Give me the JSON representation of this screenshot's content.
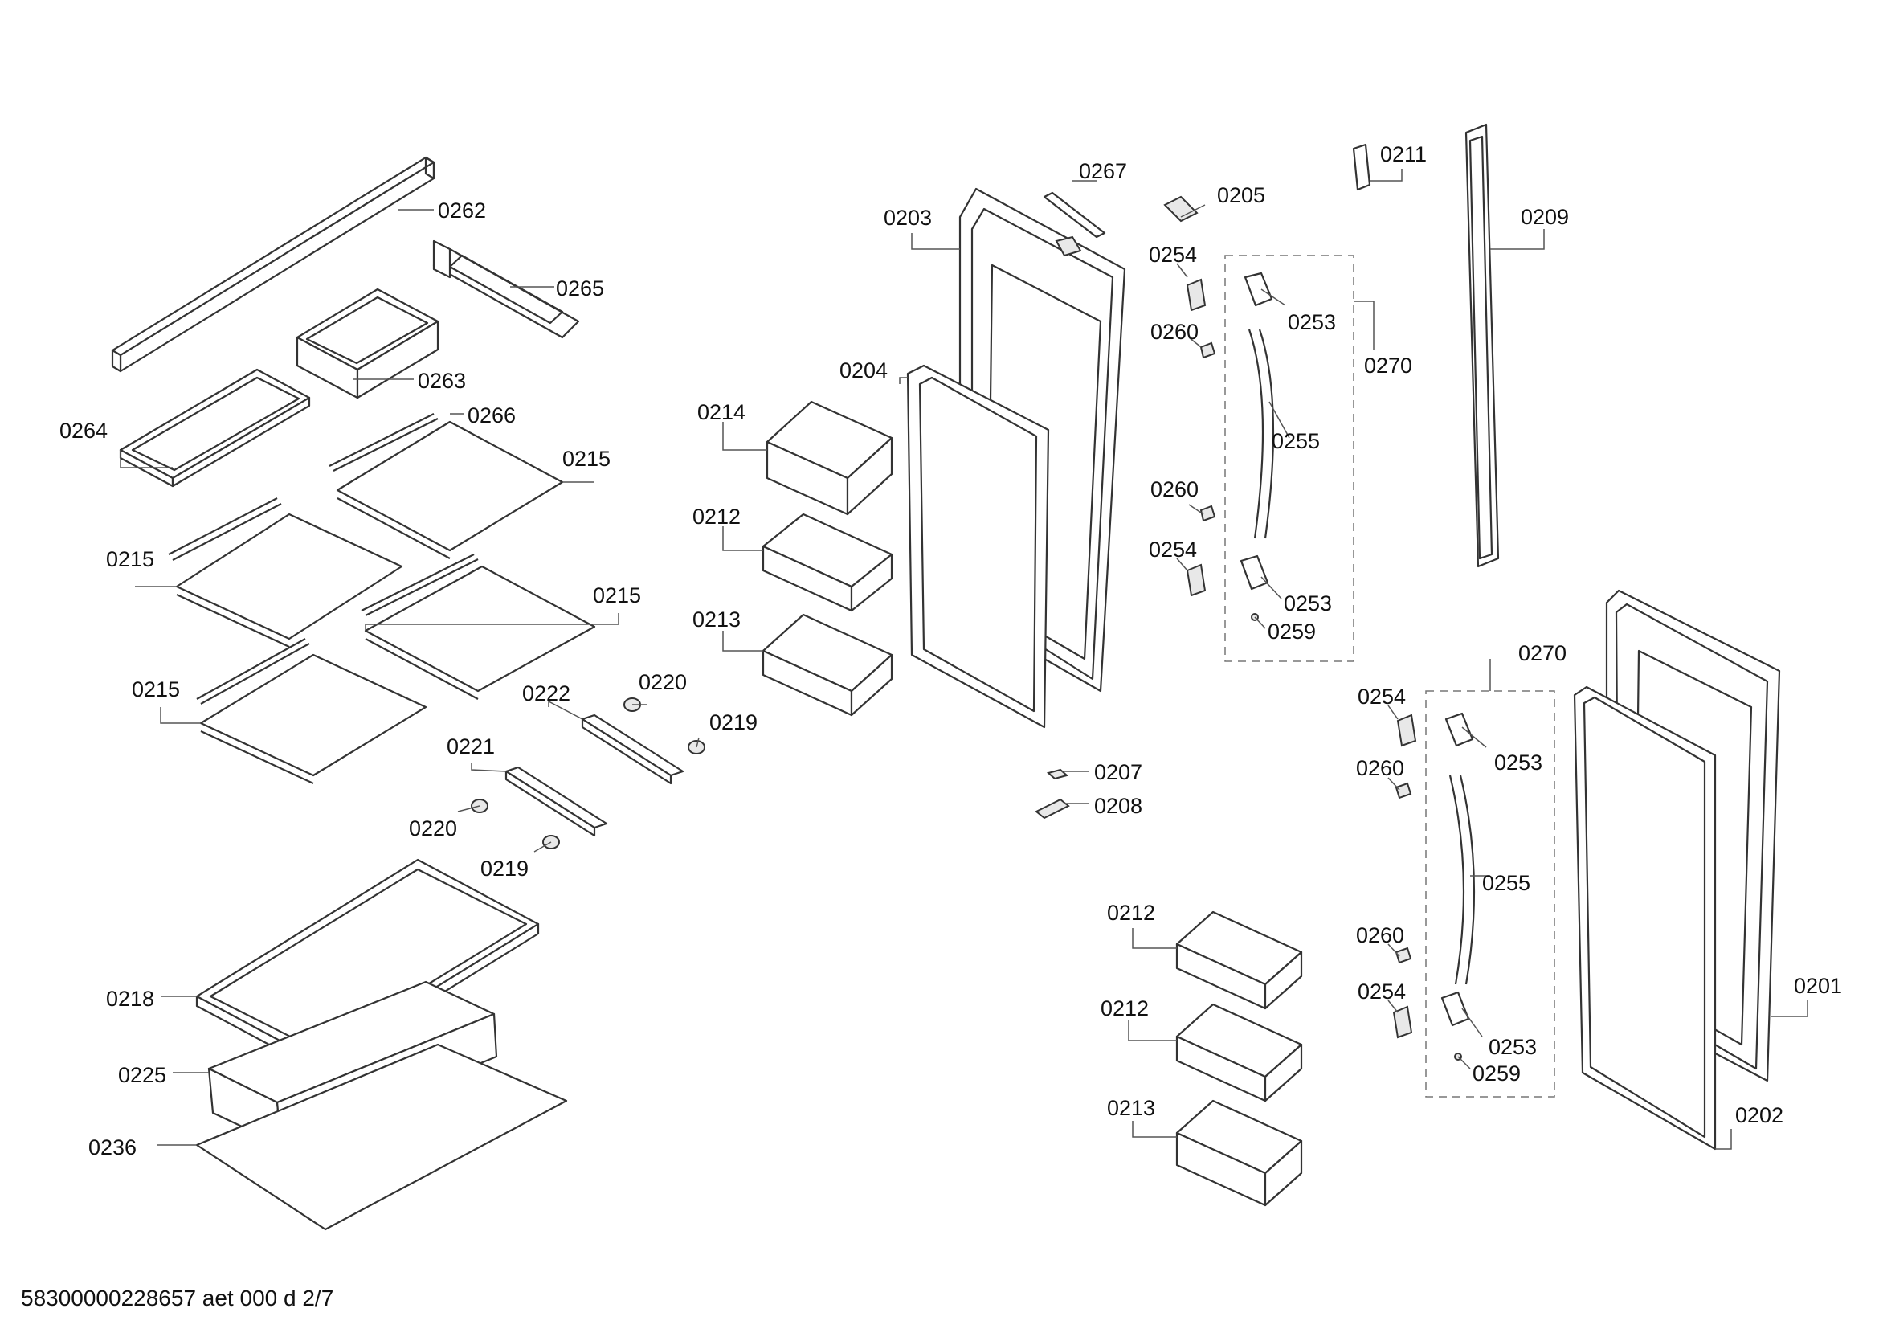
{
  "labels": {
    "l0262": "0262",
    "l0265": "0265",
    "l0263": "0263",
    "l0264": "0264",
    "l0266": "0266",
    "l0215a": "0215",
    "l0215b": "0215",
    "l0215c": "0215",
    "l0215d": "0215",
    "l0222": "0222",
    "l0220a": "0220",
    "l0219a": "0219",
    "l0221": "0221",
    "l0220b": "0220",
    "l0219b": "0219",
    "l0218": "0218",
    "l0225": "0225",
    "l0236": "0236",
    "l0214": "0214",
    "l0212a": "0212",
    "l0213a": "0213",
    "l0204": "0204",
    "l0203": "0203",
    "l0267": "0267",
    "l0205": "0205",
    "l0211": "0211",
    "l0209": "0209",
    "l0254a": "0254",
    "l0260a": "0260",
    "l0253a": "0253",
    "l0270a": "0270",
    "l0255a": "0255",
    "l0260b": "0260",
    "l0254b": "0254",
    "l0253b": "0253",
    "l0259a": "0259",
    "l0207": "0207",
    "l0208": "0208",
    "l0270b": "0270",
    "l0254c": "0254",
    "l0260c": "0260",
    "l0253c": "0253",
    "l0255b": "0255",
    "l0260d": "0260",
    "l0254d": "0254",
    "l0253d": "0253",
    "l0259b": "0259",
    "l0212b": "0212",
    "l0212c": "0212",
    "l0213b": "0213",
    "l0201": "0201",
    "l0202": "0202"
  },
  "footer": "58300000228657 aet 000 d 2/7"
}
